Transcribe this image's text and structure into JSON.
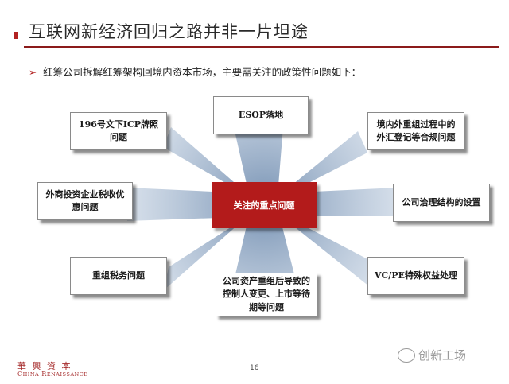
{
  "header": {
    "title": "互联网新经济回归之路并非一片坦途"
  },
  "intro": {
    "bullet_icon": "arrow-right-bullet",
    "text": "红筹公司拆解红筹架构回境内资本市场，主要需关注的政策性问题如下："
  },
  "diagram": {
    "center": "关注的重点问题",
    "nodes": [
      "ESOP落地",
      "196号文下ICP牌照问题",
      "境内外重组过程中的外汇登记等合规问题",
      "外商投资企业税收优惠问题",
      "公司治理结构的设置",
      "重组税务问题",
      "公司资产重组后导致的控制人变更、上市等待期等问题",
      "VC/PE特殊权益处理"
    ]
  },
  "footer": {
    "logo_cn": "華 興 資 本",
    "logo_en": "China Renaissance",
    "page_number": "16",
    "watermark": "创新工场"
  },
  "colors": {
    "accent": "#b31b1b",
    "title_rule": "#8b1a1a"
  }
}
